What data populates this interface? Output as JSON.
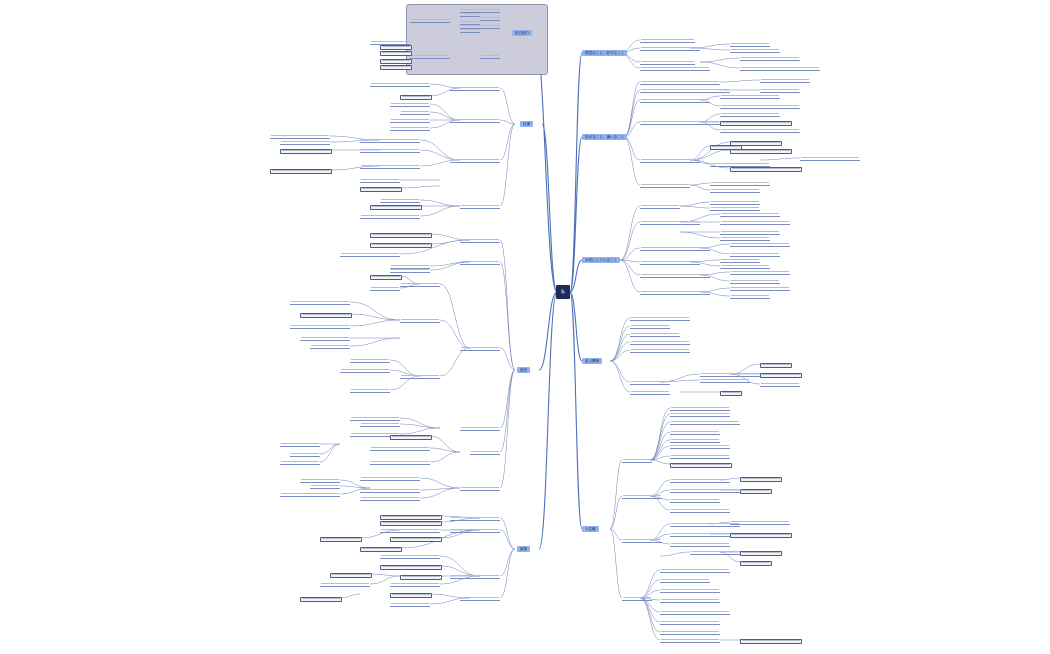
{
  "root": {
    "label": "私"
  },
  "categories": {
    "left": [
      "自己紹介",
      "仕事",
      "過去",
      "家族",
      "将来"
    ],
    "right": [
      "得意なこと、好きなこと",
      "苦手なこと、嫌いなこと",
      "大切にしていること",
      "友人関係",
      "人生観"
    ]
  },
  "colors": {
    "branch": "#4f6fb8",
    "category": "#8fb3f0",
    "root": "#1d2a5c",
    "group_box": "#ccccda",
    "highlight": "#5b6ea8"
  }
}
